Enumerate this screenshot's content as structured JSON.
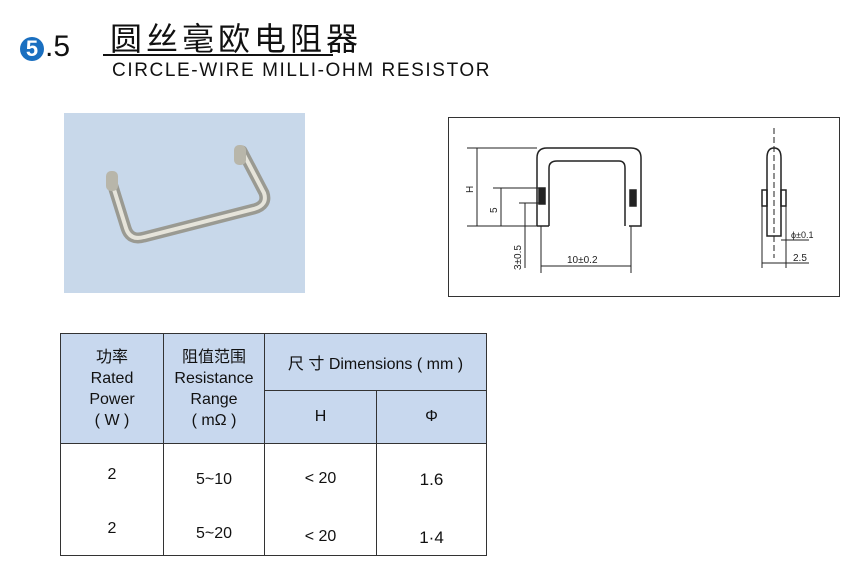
{
  "section": {
    "number": "5",
    "suffix": ".5"
  },
  "title_cn": "圆丝毫欧电阻器",
  "title_en": "CIRCLE-WIRE MILLI-OHM RESISTOR",
  "drawing": {
    "h": "H",
    "five": "5",
    "three": "3±0.5",
    "width": "10±0.2",
    "phi": "ϕ±0.1",
    "side": "2.5"
  },
  "table": {
    "power": {
      "cn": "功率",
      "en1": "Rated",
      "en2": "Power",
      "unit": "( W )"
    },
    "resistance": {
      "cn": "阻值范围",
      "en1": "Resistance",
      "en2": "Range",
      "unit": "( mΩ )"
    },
    "dimensions": "尺 寸 Dimensions ( mm )",
    "h": "H",
    "phi": "Φ",
    "rows": [
      {
        "power": "2",
        "range": "5~10",
        "h": "< 20",
        "phi": "1.6"
      },
      {
        "power": "2",
        "range": "5~20",
        "h": "< 20",
        "phi": "1·4"
      }
    ]
  }
}
